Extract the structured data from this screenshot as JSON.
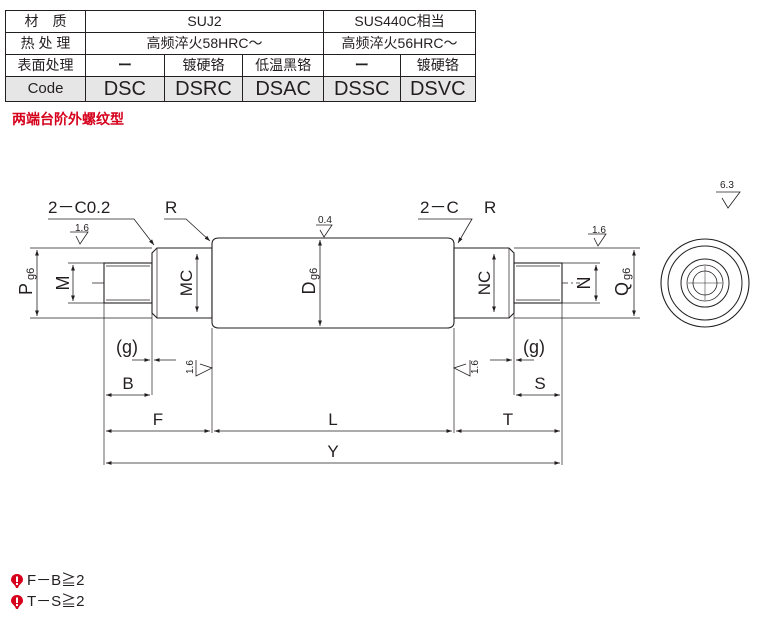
{
  "table": {
    "row_labels": [
      "材　质",
      "热 处 理",
      "表面处理",
      "Code"
    ],
    "material": {
      "suj2": "SUJ2",
      "sus": "SUS440C相当"
    },
    "heat_treatment": {
      "suj2": "高频淬火58HRC～",
      "sus": "高频淬火56HRC～"
    },
    "surface": [
      "ー",
      "镀硬铬",
      "低温黑铬",
      "ー",
      "镀硬铬"
    ],
    "codes": [
      "DSC",
      "DSRC",
      "DSAC",
      "DSSC",
      "DSVC"
    ]
  },
  "subtitle": "两端台阶外螺纹型",
  "drawing": {
    "chamfer_left": "2－C0.2",
    "chamfer_right": "2－C",
    "radius": "R",
    "roughness": [
      "1.6",
      "0.4",
      "1.6",
      "1.6",
      "1.6",
      "6.3"
    ],
    "labels": {
      "P": "P",
      "P_sub": "g6",
      "M": "M",
      "MC": "MC",
      "D": "D",
      "D_sub": "g6",
      "NC": "NC",
      "N": "N",
      "Q": "Q",
      "Q_sub": "g6",
      "g_left": "(g)",
      "g_right": "(g)",
      "B": "B",
      "S": "S",
      "F": "F",
      "L": "L",
      "T": "T",
      "Y": "Y"
    }
  },
  "notes": [
    "F－B≧2",
    "T－S≧2"
  ],
  "colors": {
    "text": "#231f20",
    "accent": "#d6001c",
    "code_bg": "#e6e6e6"
  }
}
